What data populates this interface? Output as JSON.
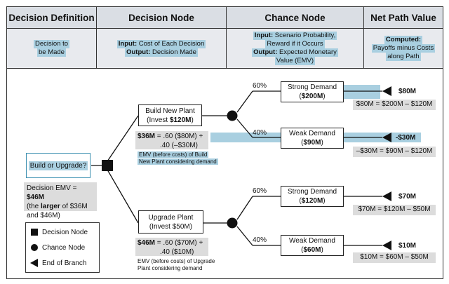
{
  "header": {
    "col1": "Decision Definition",
    "col2": "Decision Node",
    "col3": "Chance Node",
    "col4": "Net Path Value"
  },
  "definitions": {
    "col1_line1": "Decision to",
    "col1_line2": "be Made",
    "col2_line1_label": "Input:",
    "col2_line1_text": "Cost of Each Decision",
    "col2_line2_label": "Output:",
    "col2_line2_text": "Decision Made",
    "col3_line1_label": "Input:",
    "col3_line1_text": "Scenario Probability,",
    "col3_line2": "Reward if it Occurs",
    "col3_line3_label": "Output:",
    "col3_line3_text": "Expected Monetary",
    "col3_line4": "Value (EMV)",
    "col4_line1": "Computed:",
    "col4_line2": "Payoffs minus Costs",
    "col4_line3": "along Path"
  },
  "tree": {
    "root_label": "Build or Upgrade?",
    "root_emv_line1_prefix": "Decision EMV = ",
    "root_emv_line1_value": "$46M",
    "root_emv_line2_prefix": "(the ",
    "root_emv_line2_bold": "larger",
    "root_emv_line2_suffix": " of $36M",
    "root_emv_line3": "and $46M)",
    "build": {
      "label_line1": "Build New Plant",
      "label_line2_prefix": "(Invest ",
      "label_line2_bold": "$120M",
      "label_line2_suffix": ")",
      "emv_bold": "$36M",
      "emv_line1_rest": " = .60 ($80M) +",
      "emv_line2": ".40 (–$30M)",
      "note_line1": "EMV (before costs) of Build",
      "note_line2": "New Plant considering demand",
      "strong": {
        "prob": "60%",
        "label": "Strong Demand",
        "value": "$200M",
        "payoff": "$80M",
        "calc": "$80M = $200M – $120M"
      },
      "weak": {
        "prob": "40%",
        "label": "Weak Demand",
        "value": "$90M",
        "payoff": "-$30M",
        "calc": "–$30M = $90M – $120M"
      }
    },
    "upgrade": {
      "label_line1": "Upgrade Plant",
      "label_line2": "(Invest $50M)",
      "emv_bold": "$46M",
      "emv_line1_rest": " = .60 ($70M) +",
      "emv_line2": ".40 ($10M)",
      "note_line1": "EMV (before costs) of Upgrade",
      "note_line2": "Plant considering demand",
      "strong": {
        "prob": "60%",
        "label": "Strong Demand",
        "value": "$120M",
        "payoff": "$70M",
        "calc": "$70M = $120M – $50M"
      },
      "weak": {
        "prob": "40%",
        "label": "Weak Demand",
        "value": "$60M",
        "payoff": "$10M",
        "calc": "$10M = $60M – $50M"
      }
    }
  },
  "legend": {
    "decision": "Decision Node",
    "chance": "Chance Node",
    "end": "End of Branch"
  },
  "colors": {
    "highlight": "#a9cfe0",
    "header_bg": "#dadee4",
    "calc_bg": "#dcdcdc"
  }
}
